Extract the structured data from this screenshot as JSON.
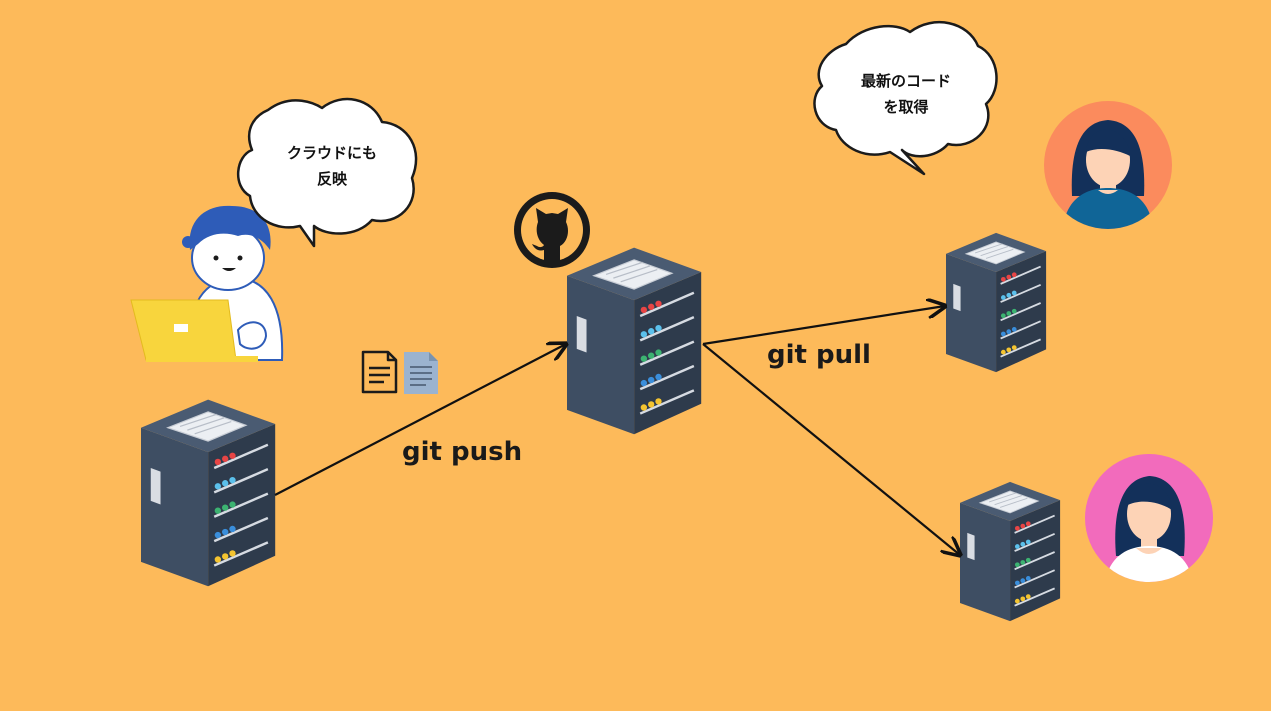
{
  "labels": {
    "push": "git push",
    "pull": "git pull"
  },
  "bubbles": {
    "left": {
      "line1": "クラウドにも",
      "line2": "反映"
    },
    "right": {
      "line1": "最新のコード",
      "line2": "を取得"
    }
  },
  "colors": {
    "background": "#FDBA5A",
    "server_body": "#3A4A5E",
    "arrow": "#111111"
  },
  "icons": [
    "github-icon",
    "document-icon",
    "document-icon"
  ]
}
